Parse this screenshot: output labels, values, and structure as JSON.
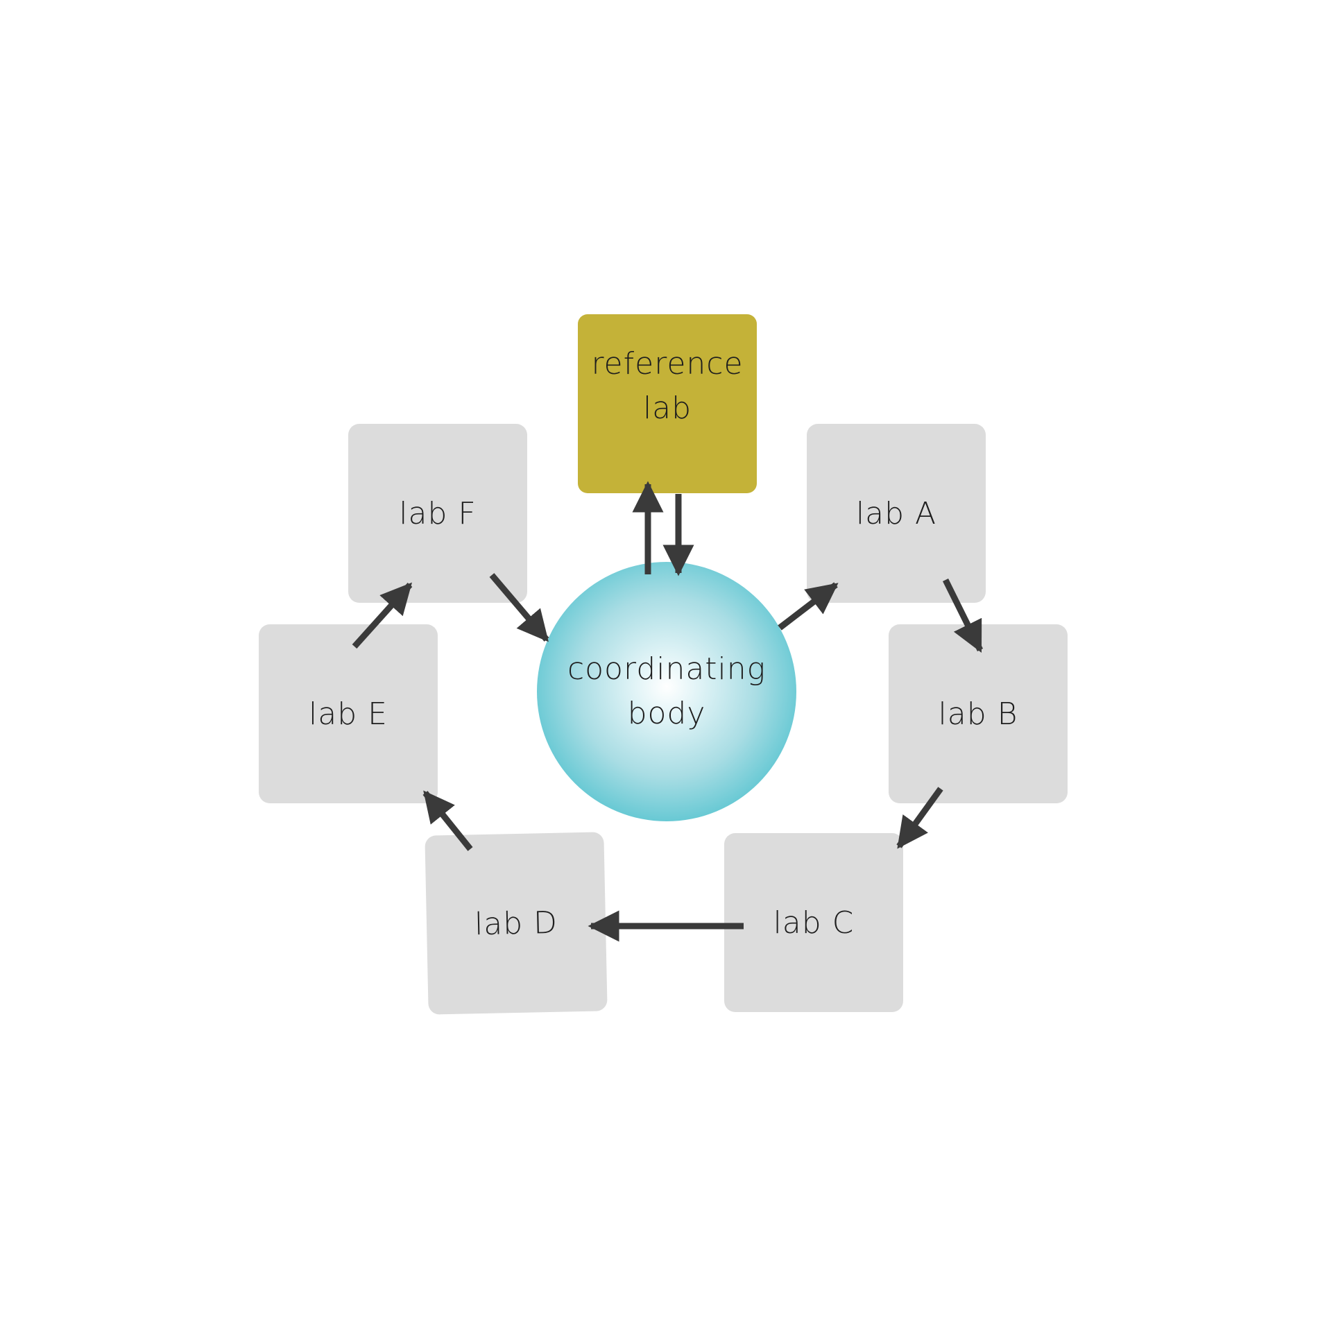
{
  "reference_lab": {
    "lines": [
      "reference",
      "lab"
    ]
  },
  "coordinating_body": {
    "lines": [
      "coordinating",
      "body"
    ]
  },
  "labs": {
    "a": "lab A",
    "b": "lab B",
    "c": "lab C",
    "d": "lab D",
    "e": "lab E",
    "f": "lab F"
  },
  "colors": {
    "lab_box": "#dcdcdc",
    "reference_box": "#c4b238",
    "hub_edge": "#20b6c6",
    "hub_center": "#ffffff",
    "arrow": "#3a3a3a",
    "text": "#1e1e1e"
  }
}
